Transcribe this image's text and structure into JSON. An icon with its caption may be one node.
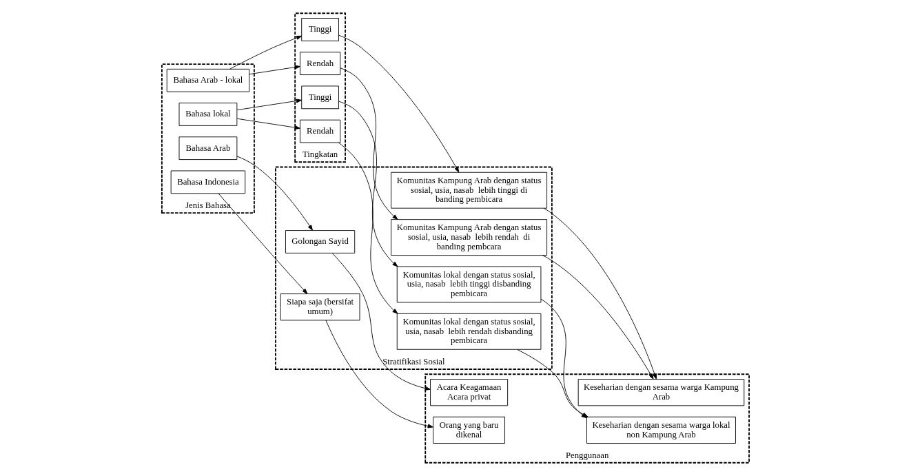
{
  "diagram": {
    "nodes": [
      {
        "text": [
          "Jenis Bahasa"
        ]
      },
      {
        "text": [
          "Bahasa Arab"
        ],
        "in": 0
      },
      {
        "text": [
          "Bahasa Arab - lokal"
        ],
        "in": 0
      },
      {
        "text": [
          "Bahasa lokal"
        ],
        "in": 0
      },
      {
        "text": [
          "Bahasa Indonesia"
        ],
        "in": 0
      },
      {
        "text": [
          "Tingkatan"
        ]
      },
      {
        "text": [
          "Tinggi"
        ],
        "in": 5
      },
      {
        "text": [
          "Rendah"
        ],
        "in": 5
      },
      {
        "text": [
          "Tinggi"
        ],
        "in": 5
      },
      {
        "text": [
          "Rendah"
        ],
        "in": 5
      },
      {
        "text": [
          "Stratifikasi Sosial"
        ]
      },
      {
        "text": [
          "Golongan Sayid"
        ],
        "in": 10
      },
      {
        "text": [
          "Komunitas Kampung Arab dengan status sosial, usia, nasab  lebih tinggi di banding pembicara"
        ],
        "in": 10
      },
      {
        "text": [
          "Komunitas Kampung Arab dengan status sosial, usia, nasab  lebih rendah  di banding pembcara"
        ],
        "in": 10
      },
      {
        "text": [
          "Komunitas lokal dengan status sosial, usia, nasab  lebih tinggi disbanding pembicara"
        ],
        "in": 10
      },
      {
        "text": [
          "Komunitas lokal dengan status sosial, usia, nasab  lebih rendah disbanding pembicara"
        ],
        "in": 10
      },
      {
        "text": [
          "Siapa saja (bersifat umum)"
        ],
        "in": 10
      },
      {
        "text": [
          "Penggunaan"
        ]
      },
      {
        "text": [
          "Acara Keagamaan",
          "Acara privat"
        ],
        "in": 17
      },
      {
        "text": [
          "Keseharian dengan sesama warga Kampung Arab"
        ],
        "in": 17
      },
      {
        "text": [
          "Keseharian dengan sesama warga lokal non Kampung Arab"
        ],
        "in": 17
      },
      {
        "text": [
          "Orang yang baru dikenal"
        ],
        "in": 17
      }
    ],
    "edges": [
      {
        "from": 1,
        "to": 11,
        "arrow": "to"
      },
      {
        "from": 11,
        "to": 18,
        "arrow": "to"
      },
      {
        "from": 2,
        "to": 6,
        "arrow": "to"
      },
      {
        "from": 2,
        "to": 7,
        "arrow": "to"
      },
      {
        "from": 6,
        "to": 12,
        "arrow": "to"
      },
      {
        "from": 7,
        "to": 13,
        "arrow": "to"
      },
      {
        "from": 12,
        "to": 19,
        "arrow": "to"
      },
      {
        "from": 13,
        "to": 19,
        "arrow": "to"
      },
      {
        "from": 3,
        "to": 8,
        "arrow": "to"
      },
      {
        "from": 3,
        "to": 9,
        "arrow": "to"
      },
      {
        "from": 8,
        "to": 14,
        "arrow": "to"
      },
      {
        "from": 9,
        "to": 15,
        "arrow": "to"
      },
      {
        "from": 14,
        "to": 20,
        "arrow": "to"
      },
      {
        "from": 15,
        "to": 20,
        "arrow": "to"
      },
      {
        "from": 4,
        "to": 16,
        "arrow": "to"
      },
      {
        "from": 16,
        "to": 21,
        "arrow": "to"
      }
    ]
  }
}
